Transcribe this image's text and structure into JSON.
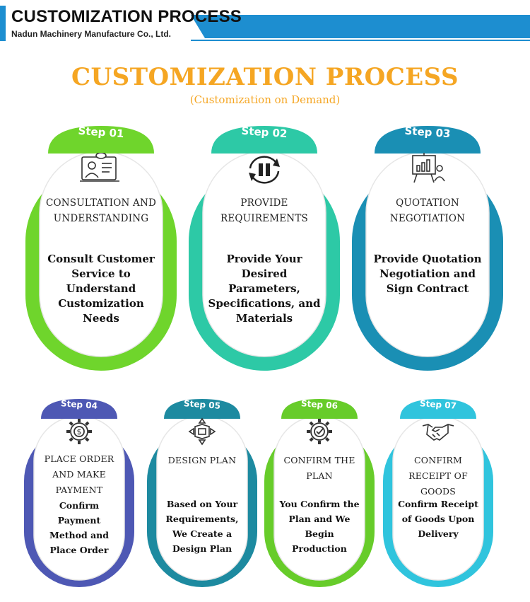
{
  "header": {
    "title": "CUSTOMIZATION PROCESS",
    "company": "Nadun Machinery Manufacture Co., Ltd."
  },
  "main_title": "CUSTOMIZATION PROCESS",
  "sub_title": "(Customization on Demand)",
  "colors": {
    "header_blue": "#1d8ed0",
    "title_orange": "#f5a623",
    "step1": "#6fd52c",
    "step2": "#2dc9a6",
    "step3": "#1a8fb4",
    "step4": "#4e58b4",
    "step5": "#1d8aa0",
    "step6": "#67cc2a",
    "step7": "#30c4dd"
  },
  "steps": [
    {
      "label": "Step 01",
      "title": "CONSULTATION AND UNDERSTANDING",
      "description": "Consult Customer Service to Understand Customization Needs",
      "icon": "consultation-icon"
    },
    {
      "label": "Step 02",
      "title": "PROVIDE REQUIREMENTS",
      "description": "Provide Your Desired Parameters, Specifications, and Materials",
      "icon": "requirements-icon"
    },
    {
      "label": "Step 03",
      "title": "QUOTATION NEGOTIATION",
      "description": "Provide Quotation Negotiation and Sign Contract",
      "icon": "presentation-icon"
    },
    {
      "label": "Step 04",
      "title": "PLACE ORDER AND MAKE PAYMENT",
      "description": "Confirm Payment Method and Place Order",
      "icon": "payment-gear-icon"
    },
    {
      "label": "Step 05",
      "title": "DESIGN PLAN",
      "description": "Based on Your Requirements, We Create a Design Plan",
      "icon": "design-plan-icon"
    },
    {
      "label": "Step 06",
      "title": "CONFIRM THE PLAN",
      "description": "You Confirm the Plan and We Begin Production",
      "icon": "confirm-gear-icon"
    },
    {
      "label": "Step 07",
      "title": "CONFIRM RECEIPT OF GOODS",
      "description": "Confirm Receipt of Goods Upon Delivery",
      "icon": "handshake-icon"
    }
  ]
}
